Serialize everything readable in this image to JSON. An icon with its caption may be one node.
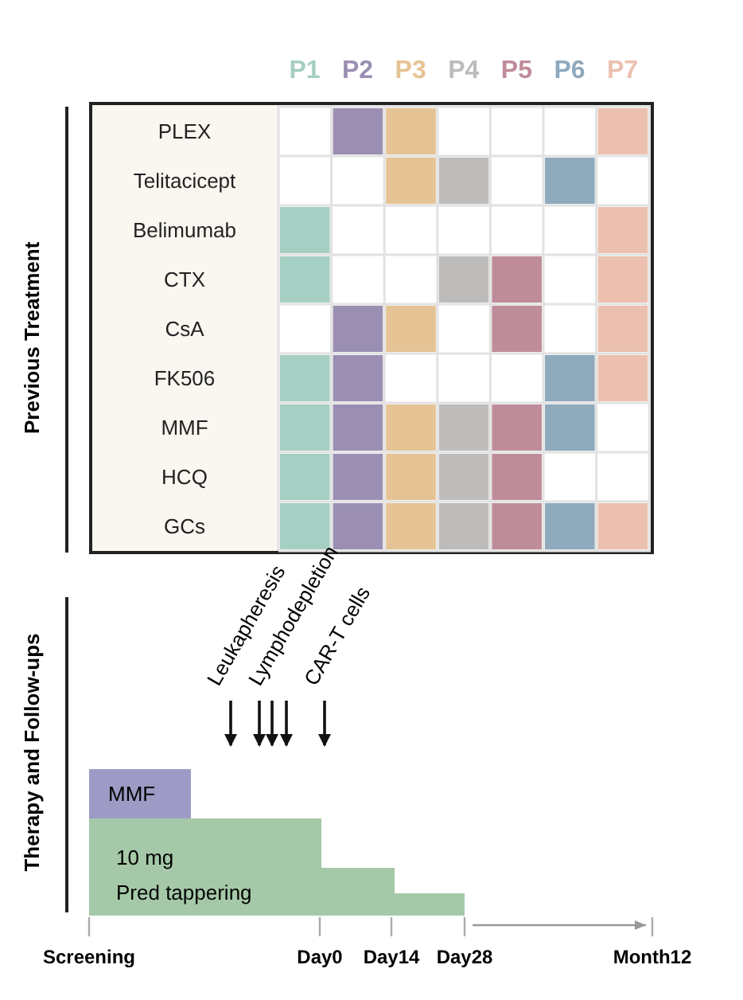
{
  "diagram": {
    "nodes": [
      {
        "text": [
          "MMF"
        ]
      },
      {
        "text": [
          "10 mg",
          "Pred tappering"
        ]
      },
      {
        "text": [
          "Leukapheresis"
        ]
      },
      {
        "text": [
          "Lymphodepletion"
        ]
      },
      {
        "text": [
          "CAR-T cells"
        ]
      }
    ],
    "edges": [
      {
        "from": 2,
        "to": null,
        "arrow": "to"
      },
      {
        "from": 3,
        "to": null,
        "arrow": "to"
      },
      {
        "from": 3,
        "to": null,
        "arrow": "to"
      },
      {
        "from": 3,
        "to": null,
        "arrow": "to"
      },
      {
        "from": 4,
        "to": null,
        "arrow": "to"
      }
    ],
    "labels": [
      "P1",
      "P2",
      "P3",
      "P4",
      "P5",
      "P6",
      "P7",
      "Previous Treatment",
      "PLEX",
      "Telitacicept",
      "Belimumab",
      "CTX",
      "CsA",
      "FK506",
      "MMF",
      "HCQ",
      "GCs",
      "Therapy and Follow-ups",
      "Screening",
      "Day0",
      "Day14",
      "Day28",
      "Month12"
    ]
  }
}
